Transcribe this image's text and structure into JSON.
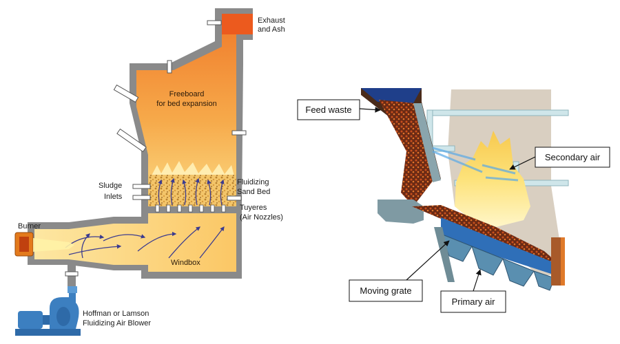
{
  "left_diagram": {
    "labels": {
      "exhaust": [
        "Exhaust",
        "and Ash"
      ],
      "freeboard": [
        "Freeboard",
        "for bed expansion"
      ],
      "sludge": [
        "Sludge",
        "Inlets"
      ],
      "sand_bed": [
        "Fluidizing",
        "Sand Bed"
      ],
      "tuyeres": [
        "Tuyeres",
        "(Air Nozzles)"
      ],
      "burner": "Burner",
      "windbox": "Windbox",
      "blower": [
        "Hoffman or Lamson",
        "Fluidizing Air Blower"
      ]
    }
  },
  "right_diagram": {
    "labels": {
      "feed_waste": "Feed waste",
      "secondary_air": "Secondary air",
      "moving_grate": "Moving grate",
      "primary_air": "Primary air"
    }
  },
  "colors": {
    "wall": "#8a8a8a",
    "furnace_top": "#f07a2a",
    "furnace_bottom": "#fbd67a",
    "windbox": "#fbcf72",
    "exhaust": "#ec5a1e",
    "blower": "#3c7fc0",
    "grate_blue": "#2f6fb8",
    "secondary_air_pipe": "#cfe6ea"
  }
}
